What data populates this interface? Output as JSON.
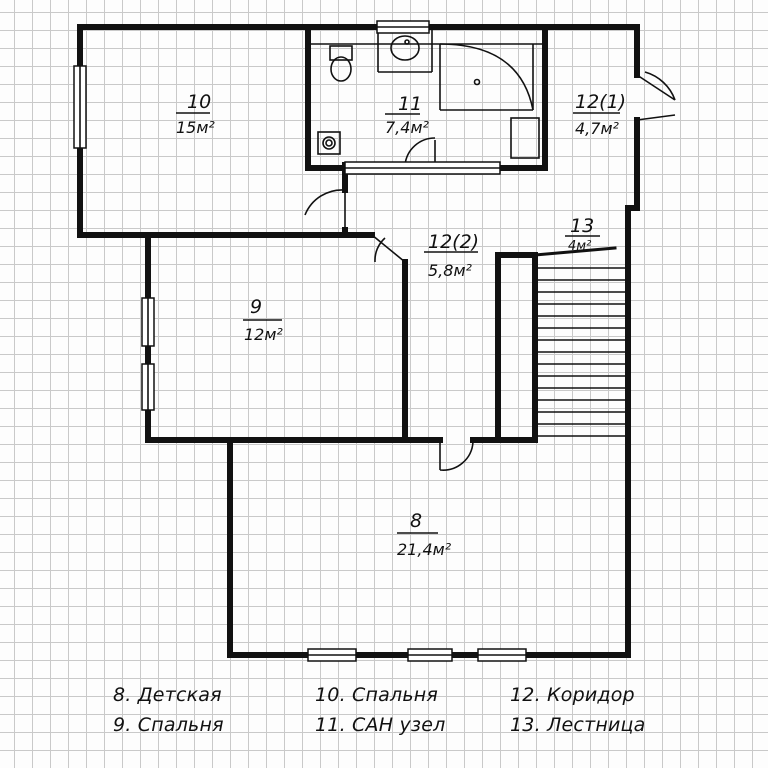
{
  "rooms": [
    {
      "id": "room-10",
      "number": "10",
      "area": "15м²"
    },
    {
      "id": "room-11",
      "number": "11",
      "area": "7,4м²"
    },
    {
      "id": "room-12-1",
      "number": "12(1)",
      "area": "4,7м²"
    },
    {
      "id": "room-12-2",
      "number": "12(2)",
      "area": "5,8м²"
    },
    {
      "id": "room-13",
      "number": "13",
      "area": "4м²"
    },
    {
      "id": "room-9",
      "number": "9",
      "area": "12м²"
    },
    {
      "id": "room-8",
      "number": "8",
      "area": "21,4м²"
    }
  ],
  "legend": [
    "8. Детская",
    "9. Спальня",
    "10. Спальня",
    "11. САН узел",
    "12. Коридор",
    "13. Лестница"
  ]
}
